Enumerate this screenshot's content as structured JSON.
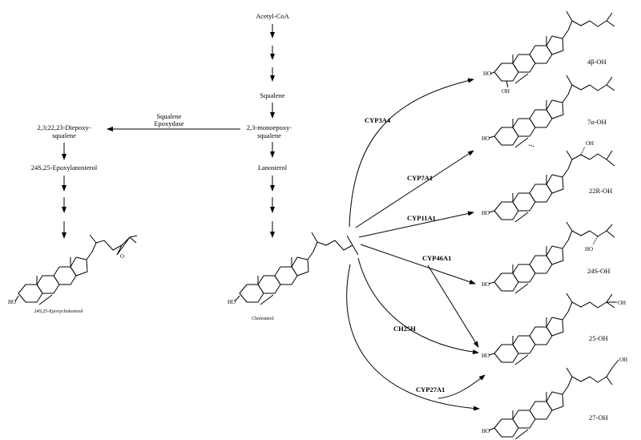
{
  "pathway": {
    "acetyl_coa": "Acetyl-CoA",
    "squalene": "Squalene",
    "monoepoxy_1": "2,3-monoepoxy-",
    "monoepoxy_2": "squalene",
    "lanosterol": "Lanosterol",
    "cholesterol": "Cholesterol"
  },
  "shunt": {
    "enzyme_1": "Squalene",
    "enzyme_2": "Epoxydase",
    "diepoxy_1": "2,3;22,23-Diepoxy-",
    "diepoxy_2": "squalene",
    "epoxylanosterol": "24S,25-Epoxylanosterol",
    "epoxycholesterol": "24S,25-Epoxycholesterol"
  },
  "enzymes": {
    "cyp3a4": "CYP3A4",
    "cyp7a1": "CYP7A1",
    "cyp11a1": "CYP11A1",
    "cyp46a1": "CYP46A1",
    "ch25h": "CH25H",
    "cyp27a1": "CYP27A1"
  },
  "products": {
    "p4b": "4β-OH",
    "p7a": "7α-OH",
    "p22r": "22R-OH",
    "p24s": "24S-OH",
    "p25": "25-OH",
    "p27": "27-OH"
  },
  "atoms": {
    "ho": "HO",
    "oh": "OH",
    "o": "O"
  }
}
